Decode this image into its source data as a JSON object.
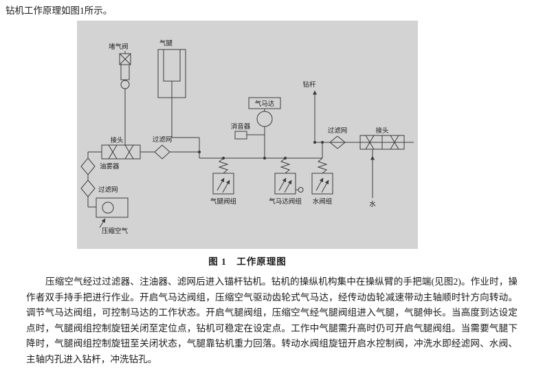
{
  "document": {
    "intro_line": "钻机工作原理如图1所示。",
    "figure_caption": "图 1　工作原理图",
    "body_paragraph": "压缩空气经过过滤器、注油器、滤网后进入锚杆钻机。钻机的操纵机构集中在操纵臂的手把端(见图2)。作业时，操作者双手持手把进行作业。开启气马达阀组，压缩空气驱动齿轮式气马达，经传动齿轮减速带动主轴顺时针方向转动。调节气马达阀组，可控制马达的工作状态。开启气腿阀组，压缩空气经气腿阀组进入气腿，气腿伸长。当高度到达设定点时，气腿阀组控制旋钮关闭至定位点，钻机可稳定在设定点。工作中气腿需升高时仍可开启气腿阀组。当需要气腿下降时，气腿阀组控制旋钮至关闭状态，气腿靠钻机重力回落。转动水阀组旋钮开启水控制阀，冲洗水即经滤网、水阀、主轴内孔进入钻杆，冲洗钻孔。"
  },
  "diagram": {
    "labels": {
      "shutoff_valve": "堵气阀",
      "air_leg": "气腿",
      "joint_left": "接头",
      "filter_top": "过滤网",
      "oil_mister": "油雾器",
      "filter_bottom": "过滤网",
      "compressed_air": "压缩空气",
      "air_leg_valve_group": "气腿阀组",
      "air_motor_valve_group": "气马达阀组",
      "water_valve_group": "水阀组",
      "air_motor": "气马达",
      "muffler": "消音器",
      "drill_rod": "钻杆",
      "filter_right": "过滤网",
      "joint_right": "接头",
      "water": "水"
    },
    "colors": {
      "panel_bg": "#d3d3d3",
      "line": "#3b3b3b",
      "text": "#1a1a1a"
    }
  }
}
